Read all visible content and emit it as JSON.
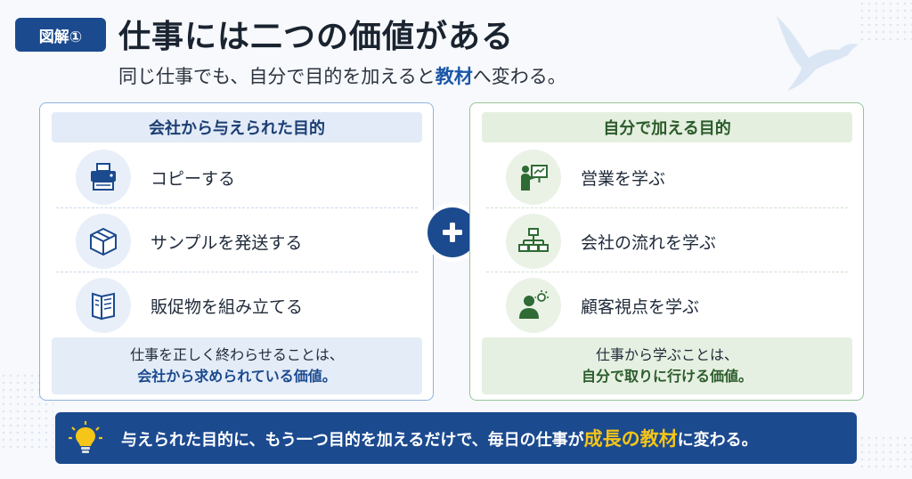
{
  "badge": "図解①",
  "title": "仕事には二つの価値がある",
  "subtitle": {
    "pre": "同じ仕事でも、自分で目的を加えると",
    "highlight": "教材",
    "post": "へ変わる。"
  },
  "left_card": {
    "heading": "会社から与えられた目的",
    "items": [
      {
        "icon": "copier-icon",
        "label": "コピーする"
      },
      {
        "icon": "package-box-icon",
        "label": "サンプルを発送する"
      },
      {
        "icon": "brochure-icon",
        "label": "販促物を組み立てる"
      }
    ],
    "footer_line1": "仕事を正しく終わらせることは、",
    "footer_line2": "会社から求められている価値。"
  },
  "right_card": {
    "heading": "自分で加える目的",
    "items": [
      {
        "icon": "presenter-icon",
        "label": "営業を学ぶ"
      },
      {
        "icon": "org-chart-icon",
        "label": "会社の流れを学ぶ"
      },
      {
        "icon": "person-idea-icon",
        "label": "顧客視点を学ぶ"
      }
    ],
    "footer_line1": "仕事から学ぶことは、",
    "footer_line2": "自分で取りに行ける価値。"
  },
  "plus_icon": "plus-icon",
  "banner": {
    "icon": "lightbulb-icon",
    "pre": "与えられた目的に、もう一つ目的を加えるだけで、毎日の仕事が",
    "accent": "成長の教材",
    "post": "に変わる。"
  },
  "colors": {
    "navy": "#1b4a8f",
    "green": "#2b5b2a",
    "accent_yellow": "#f5c518"
  }
}
